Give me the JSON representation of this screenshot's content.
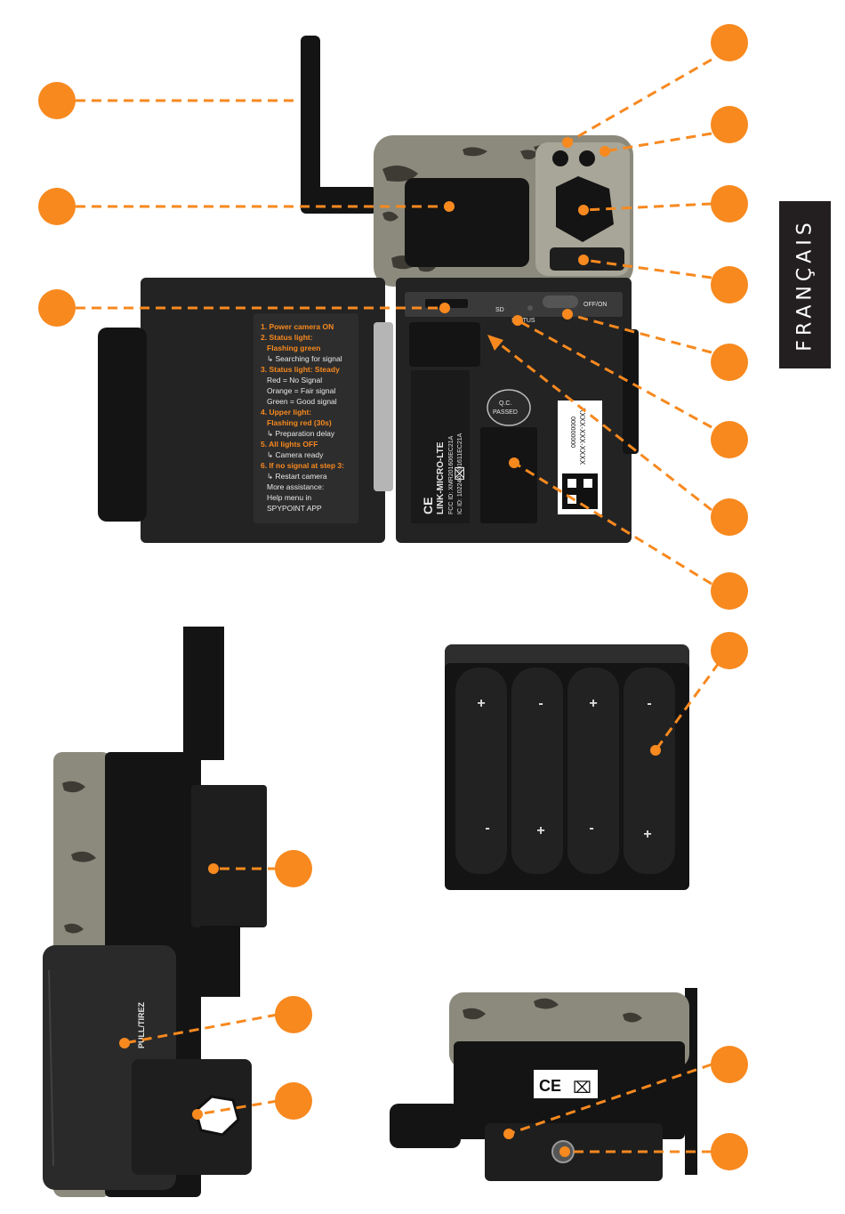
{
  "language_tab": "FRANÇAIS",
  "instructions_card": {
    "lines": [
      {
        "text": "1.  Power camera ON",
        "style": "orange"
      },
      {
        "text": "2.  Status light:",
        "style": "orange"
      },
      {
        "text": "Flashing green",
        "style": "orange"
      },
      {
        "text": "↳ Searching for signal",
        "style": "white"
      },
      {
        "text": "3.  Status light: Steady",
        "style": "orange"
      },
      {
        "text": "Red = No Signal",
        "style": "white"
      },
      {
        "text": "Orange = Fair signal",
        "style": "white"
      },
      {
        "text": "Green = Good signal",
        "style": "white"
      },
      {
        "text": "4.  Upper light:",
        "style": "orange"
      },
      {
        "text": "Flashing red (30s)",
        "style": "orange"
      },
      {
        "text": "↳ Preparation delay",
        "style": "white"
      },
      {
        "text": "5.  All lights OFF",
        "style": "orange"
      },
      {
        "text": "↳ Camera ready",
        "style": "white"
      },
      {
        "text": "6.  If no signal at step 3:",
        "style": "orange"
      },
      {
        "text": "↳ Restart camera",
        "style": "white"
      },
      {
        "text": "More assistance:",
        "style": "white"
      },
      {
        "text": "Help menu in",
        "style": "white"
      },
      {
        "text": "SPYPOINT APP",
        "style": "white"
      }
    ]
  },
  "device_label": {
    "model": "LINK-MICRO-LTE",
    "fcc_id": "FCC ID: XMR201606EC21A",
    "ic_id": "IC ID: 10224A-201611EC21A",
    "ce_mark": "CE",
    "weee_mark": "⌧"
  },
  "qc_sticker": {
    "line1": "Q.C.",
    "line2": "PASSED"
  },
  "serial_sticker": {
    "line1": "XXXX-XXX-XXXX",
    "line2": "000000000"
  },
  "panel_labels": {
    "sd": "SD",
    "status": "STATUS",
    "off_on": "OFF/ON"
  },
  "battery_polarity": {
    "plus": "+",
    "minus": "-"
  },
  "side_view": {
    "pull_label": "PULL/TIREZ"
  },
  "bottom_view": {
    "ce_mark": "CE",
    "weee_mark": "⌧"
  },
  "colors": {
    "callout_orange": "#f7891f",
    "tab_background": "#231f20",
    "camera_black": "#1e1e1e",
    "camo_base": "#8b8a7c"
  }
}
